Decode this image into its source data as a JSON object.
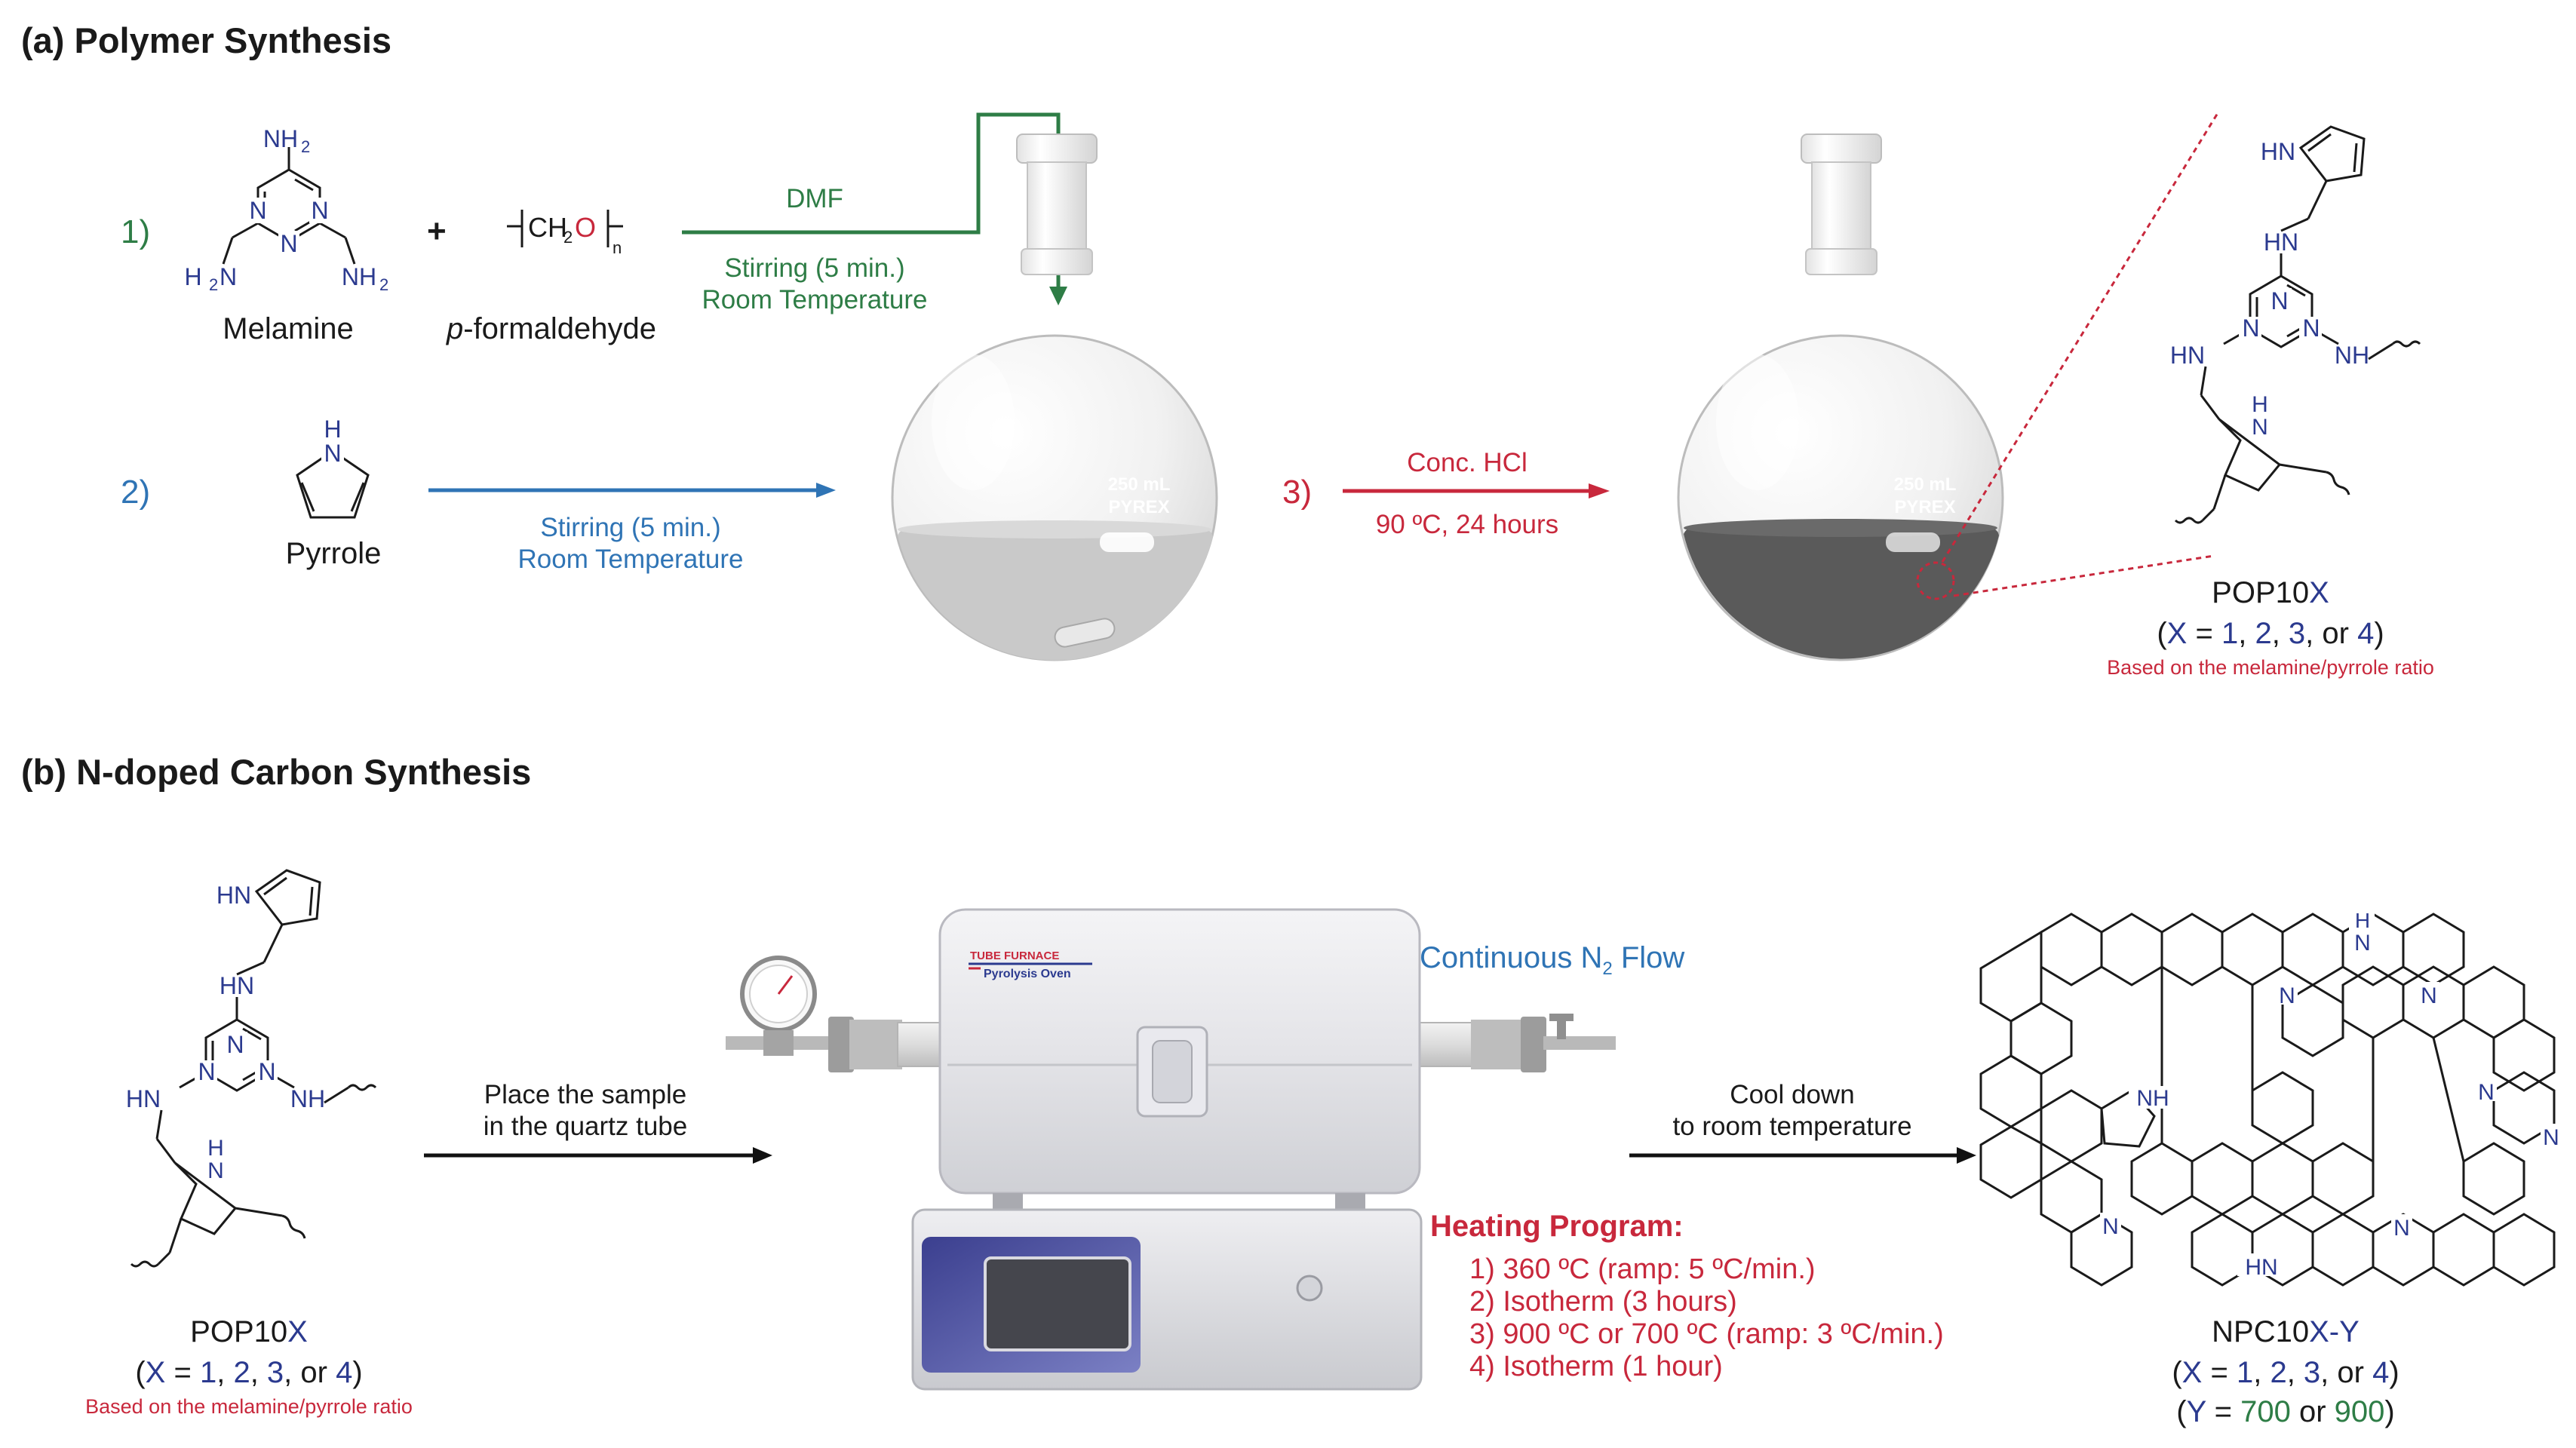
{
  "sections": {
    "a_title": "(a) Polymer Synthesis",
    "b_title": "(b) N-doped Carbon Synthesis"
  },
  "step1": {
    "number": "1)",
    "plus": "+",
    "melamine_label": "Melamine",
    "pformaldehyde_italic": "p",
    "pformaldehyde_rest": "-formaldehyde",
    "solvent": "DMF",
    "cond_line1": "Stirring (5 min.)",
    "cond_line2": "Room Temperature"
  },
  "step2": {
    "number": "2)",
    "pyrrole_label": "Pyrrole",
    "cond_line1": "Stirring (5 min.)",
    "cond_line2": "Room Temperature"
  },
  "step3": {
    "number": "3)",
    "reagent": "Conc. HCl",
    "conditions": "90 ºC, 24 hours"
  },
  "flask": {
    "volume": "250 mL",
    "brand": "PYREX"
  },
  "pop_a": {
    "name_main": "POP10",
    "name_var": "X",
    "def_open": "(",
    "def_x": "X",
    "def_mid": " = ",
    "v1": "1",
    "v2": "2",
    "v3": "3",
    "v4": "4",
    "sep": ", ",
    "or": ", or ",
    "def_close": ")",
    "note": "Based on the melamine/pyrrole ratio"
  },
  "pop_b": {
    "name_main": "POP10",
    "name_var": "X",
    "note": "Based on the melamine/pyrrole ratio"
  },
  "step_b1": {
    "line1": "Place the sample",
    "line2": "in the quartz tube"
  },
  "step_b2": {
    "line1": "Cool down",
    "line2": "to room temperature"
  },
  "furnace": {
    "brand_line1": "TUBE FURNACE",
    "brand_line2": "Pyrolysis Oven",
    "flow_pre": "Continuous N",
    "flow_sub": "2",
    "flow_post": " Flow"
  },
  "heating": {
    "title": "Heating Program:",
    "items": [
      "1) 360 ºC (ramp: 5 ºC/min.)",
      "2) Isotherm (3 hours)",
      "3) 900 ºC or 700 ºC (ramp: 3 ºC/min.)",
      "4) Isotherm (1 hour)"
    ]
  },
  "npc": {
    "name_main": "NPC10",
    "name_var": "X-Y",
    "y_open": "(",
    "y_var": "Y",
    "y_mid": " = ",
    "y1": "700",
    "y_or": " or ",
    "y2": "900",
    "y_close": ")"
  },
  "atoms": {
    "NH2": "NH",
    "sub2": "2",
    "N": "N",
    "H": "H",
    "HN": "HN",
    "NH": "NH",
    "CH": "CH",
    "O": "O",
    "n": "n"
  },
  "colors": {
    "green": "#2e7d46",
    "blue": "#2f74b5",
    "red": "#c8283c",
    "navy": "#2b3a8f",
    "liquid_light": "#c9c9c9",
    "liquid_dark": "#5a5a5a"
  }
}
